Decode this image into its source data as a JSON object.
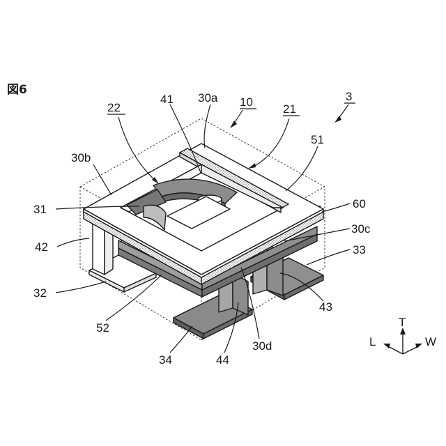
{
  "figure": {
    "title": "図6",
    "labels": {
      "l_3": "3",
      "l_10": "10",
      "l_21": "21",
      "l_22": "22",
      "l_30a": "30a",
      "l_30b": "30b",
      "l_30c": "30c",
      "l_30d": "30d",
      "l_31": "31",
      "l_32": "32",
      "l_33": "33",
      "l_34": "34",
      "l_41": "41",
      "l_42": "42",
      "l_43": "43",
      "l_44": "44",
      "l_51": "51",
      "l_52": "52",
      "l_60": "60"
    },
    "axes": {
      "up": "T",
      "left": "L",
      "right": "W"
    }
  }
}
